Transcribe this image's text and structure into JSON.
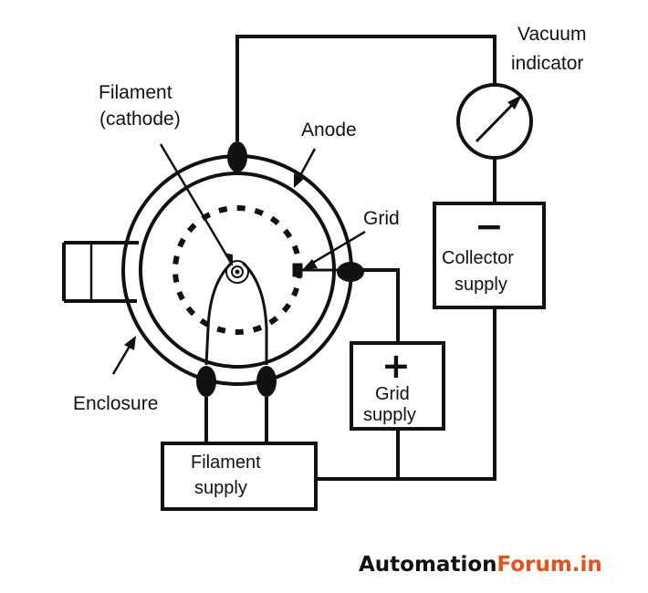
{
  "labels": {
    "vacuum_indicator_line1": "Vacuum",
    "vacuum_indicator_line2": "indicator",
    "filament_line1": "Filament",
    "filament_line2": "(cathode)",
    "anode": "Anode",
    "grid": "Grid",
    "enclosure": "Enclosure",
    "collector_supply_line1": "Collector",
    "collector_supply_line2": "supply",
    "grid_supply_line1": "Grid",
    "grid_supply_line2": "supply",
    "filament_supply_line1": "Filament",
    "filament_supply_line2": "supply",
    "collector_polarity": "−",
    "grid_polarity": "+"
  },
  "watermark": {
    "part1": "Automation",
    "part2": "Forum.in",
    "color1": "#111111",
    "color2": "#e8501a"
  },
  "colors": {
    "line": "#111111",
    "background": "#ffffff"
  }
}
